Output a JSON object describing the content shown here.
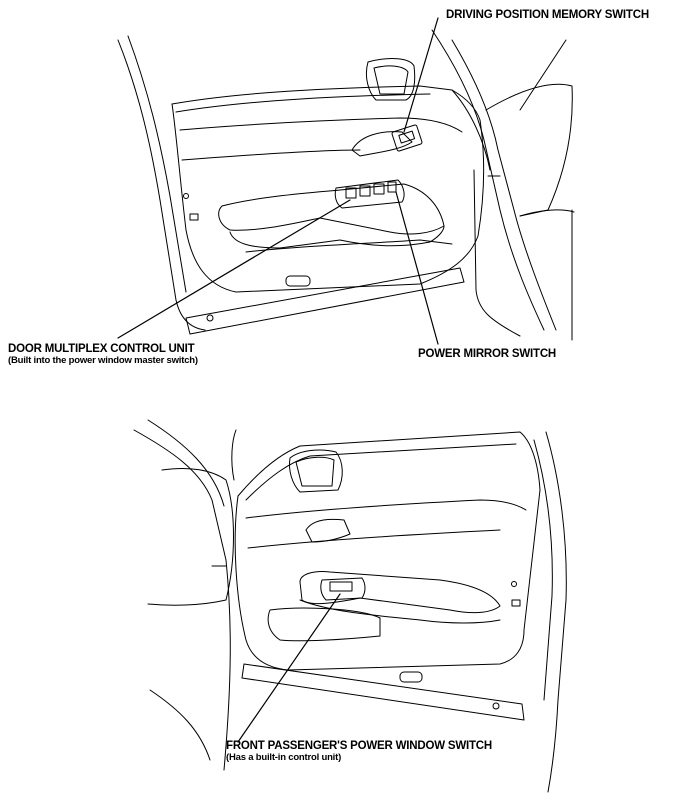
{
  "labels": {
    "driving_position_memory_switch": "DRIVING POSITION MEMORY SWITCH",
    "door_multiplex_control_unit": "DOOR MULTIPLEX CONTROL UNIT",
    "door_multiplex_control_unit_note": "(Built into the power window master switch)",
    "power_mirror_switch": "POWER MIRROR SWITCH",
    "front_passenger_power_window_switch": "FRONT PASSENGER'S POWER WINDOW SWITCH",
    "front_passenger_power_window_switch_note": "(Has a built-in control unit)"
  },
  "colors": {
    "line": "#000000",
    "background": "#ffffff"
  }
}
